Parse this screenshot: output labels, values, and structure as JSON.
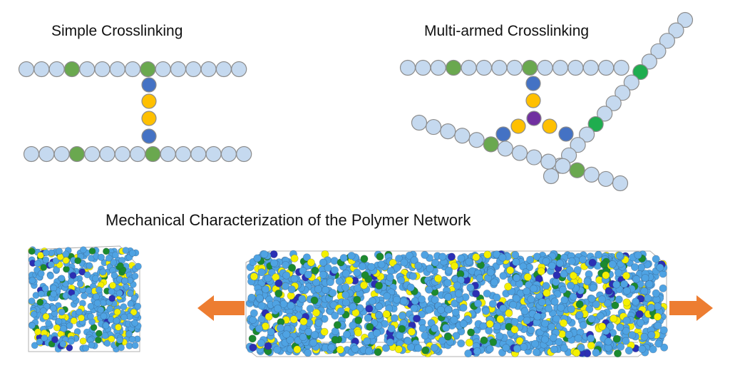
{
  "titles": {
    "simple": "Simple Crosslinking",
    "multi": "Multi-armed Crosslinking",
    "mechanical": "Mechanical Characterization of the Polymer Network"
  },
  "colors": {
    "chain_bead": "#c5d9ef",
    "chain_outline": "#8c8c8c",
    "attachment_bead": "#6aa84f",
    "attachment_bead_bright": "#1fad4f",
    "linker_end": "#4472c4",
    "linker_middle": "#ffc000",
    "hub": "#7030a0",
    "network_matrix": "#4fa3e3",
    "network_yellow": "#f4f000",
    "network_green": "#1c8a2e",
    "network_navy": "#2b2fb4",
    "arrow": "#ed7d31",
    "box_outline": "#b0b0b0"
  }
}
